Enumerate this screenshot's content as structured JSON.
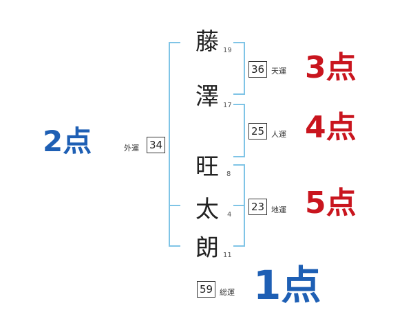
{
  "name_chars": [
    {
      "char": "藤",
      "strokes": "19"
    },
    {
      "char": "澤",
      "strokes": "17"
    },
    {
      "char": "旺",
      "strokes": "8"
    },
    {
      "char": "太",
      "strokes": "4"
    },
    {
      "char": "朗",
      "strokes": "11"
    }
  ],
  "fortunes": {
    "ten": {
      "value": "36",
      "label": "天運",
      "score": "3点"
    },
    "jin": {
      "value": "25",
      "label": "人運",
      "score": "4点"
    },
    "chi": {
      "value": "23",
      "label": "地運",
      "score": "5点"
    },
    "gai": {
      "value": "34",
      "label": "外運",
      "score": "2点"
    },
    "so": {
      "value": "59",
      "label": "総運",
      "score": "1点"
    }
  },
  "colors": {
    "bracket": "#7fc4e6",
    "score_red": "#c9151e",
    "score_blue": "#1e5fb4"
  }
}
